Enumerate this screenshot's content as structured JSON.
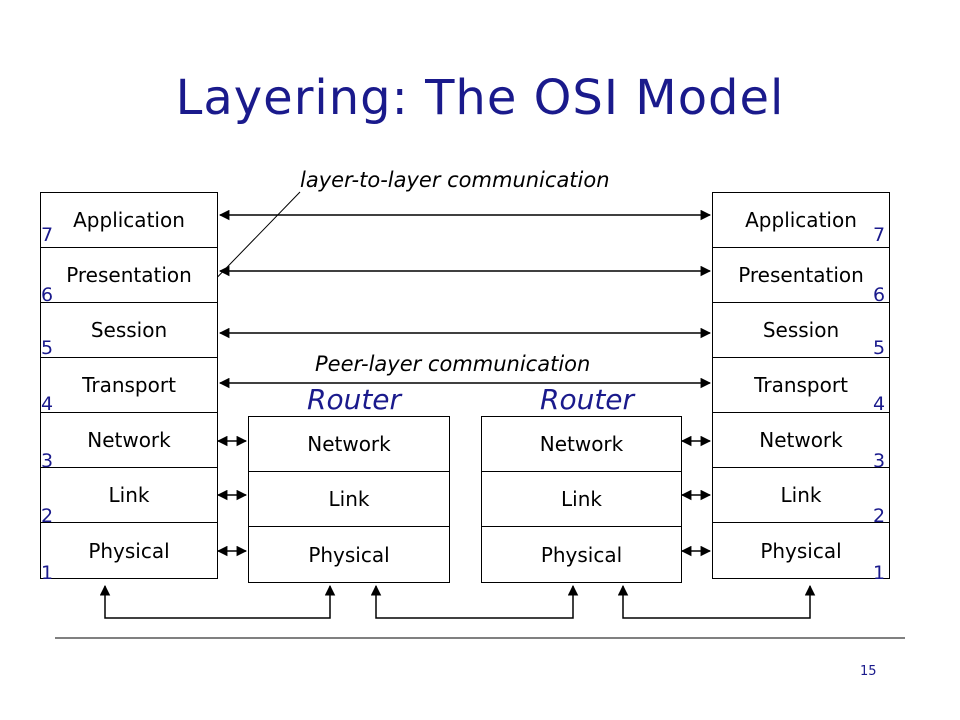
{
  "title": "Layering: The OSI Model",
  "annotations": {
    "layer_to_layer": "layer-to-layer communication",
    "peer_layer": "Peer-layer communication"
  },
  "stacks": {
    "left": [
      "Application",
      "Presentation",
      "Session",
      "Transport",
      "Network",
      "Link",
      "Physical"
    ],
    "router1": [
      "Network",
      "Link",
      "Physical"
    ],
    "router2": [
      "Network",
      "Link",
      "Physical"
    ],
    "right": [
      "Application",
      "Presentation",
      "Session",
      "Transport",
      "Network",
      "Link",
      "Physical"
    ]
  },
  "layer_numbers": [
    "7",
    "6",
    "5",
    "4",
    "3",
    "2",
    "1"
  ],
  "routers": [
    "Router",
    "Router"
  ],
  "page_number": "15",
  "colors": {
    "accent": "#1a1a8c",
    "line": "#000000"
  }
}
